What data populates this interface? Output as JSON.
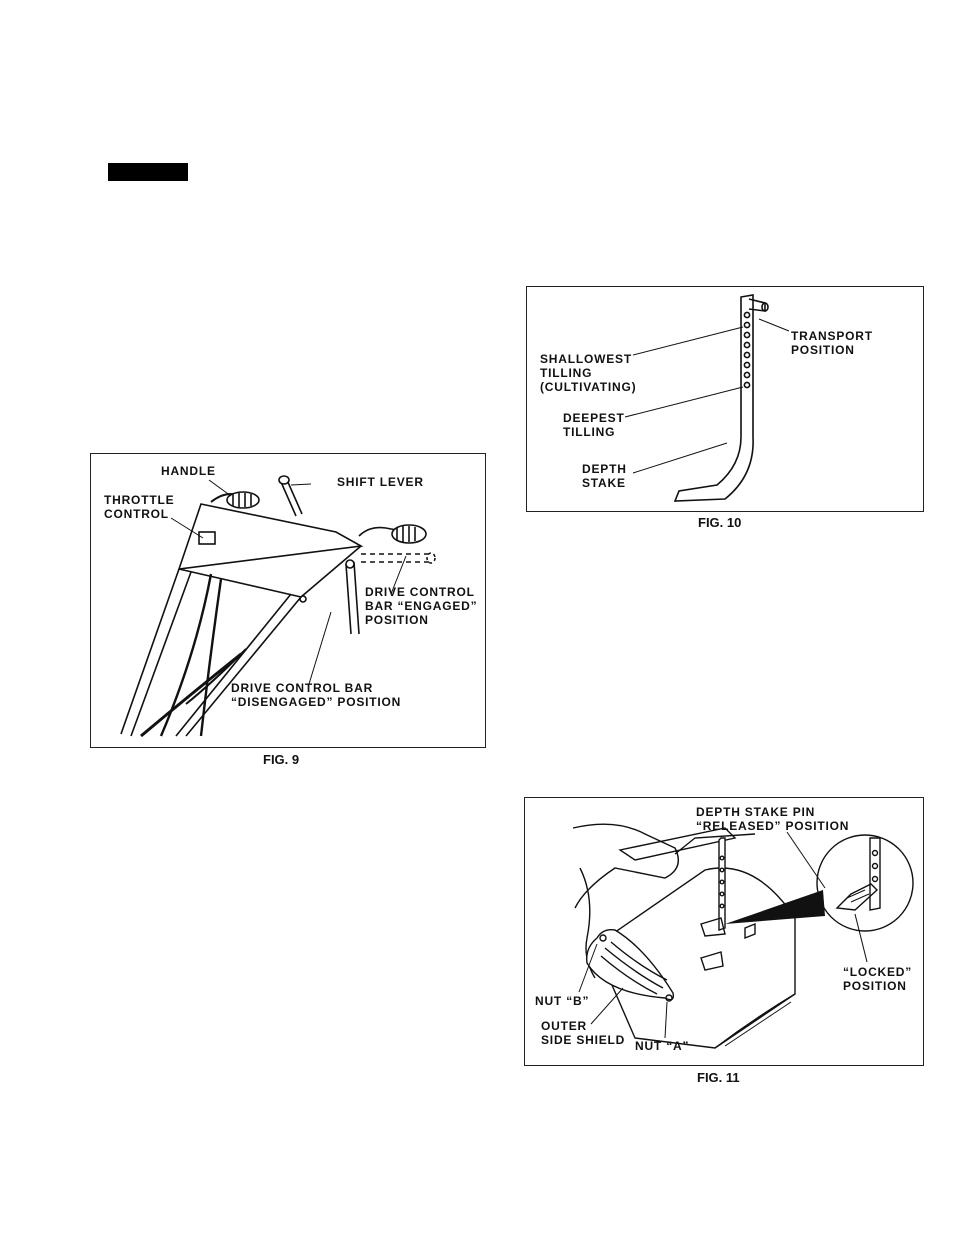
{
  "fig9": {
    "caption": "FIG. 9",
    "labels": {
      "handle": "HANDLE",
      "shift_lever": "SHIFT LEVER",
      "throttle_control": "THROTTLE\nCONTROL",
      "drive_engaged": "DRIVE CONTROL\nBAR “ENGAGED”\nPOSITION",
      "drive_disengaged": "DRIVE CONTROL BAR\n“DISENGAGED” POSITION"
    }
  },
  "fig10": {
    "caption": "FIG. 10",
    "labels": {
      "transport": "TRANSPORT\nPOSITION",
      "shallowest": "SHALLOWEST\nTILLING\n(CULTIVATING)",
      "deepest": "DEEPEST\nTILLING",
      "depth_stake": "DEPTH\nSTAKE"
    }
  },
  "fig11": {
    "caption": "FIG. 11",
    "labels": {
      "pin_released": "DEPTH STAKE PIN\n“RELEASED” POSITION",
      "locked": "“LOCKED”\nPOSITION",
      "nut_b": "NUT “B”",
      "outer_shield": "OUTER\nSIDE SHIELD",
      "nut_a": "NUT “A”"
    }
  }
}
